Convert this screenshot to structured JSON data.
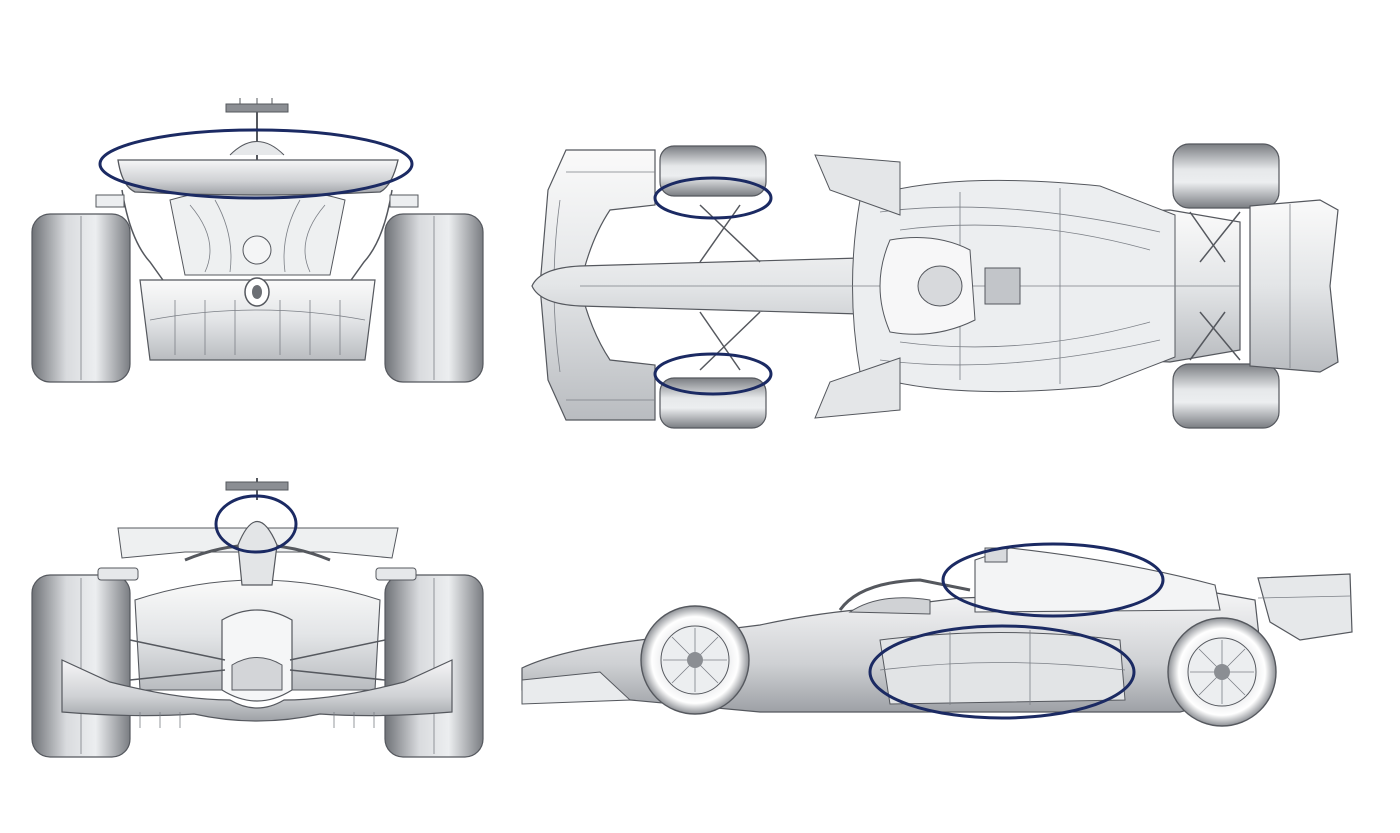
{
  "views": [
    {
      "name": "rear"
    },
    {
      "name": "top"
    },
    {
      "name": "front"
    },
    {
      "name": "side"
    }
  ],
  "colors": {
    "background": "#ffffff",
    "body_light": "#f2f3f4",
    "body_mid": "#c9cbce",
    "body_dark": "#7f8287",
    "outline": "#55585e",
    "highlight": "#1b2a63"
  },
  "highlights": [
    {
      "view": "rear",
      "region": "rear-wing"
    },
    {
      "view": "top",
      "region": "front-left-suspension"
    },
    {
      "view": "top",
      "region": "front-right-suspension"
    },
    {
      "view": "front",
      "region": "airbox"
    },
    {
      "view": "side",
      "region": "engine-cover"
    },
    {
      "view": "side",
      "region": "sidepod"
    }
  ]
}
